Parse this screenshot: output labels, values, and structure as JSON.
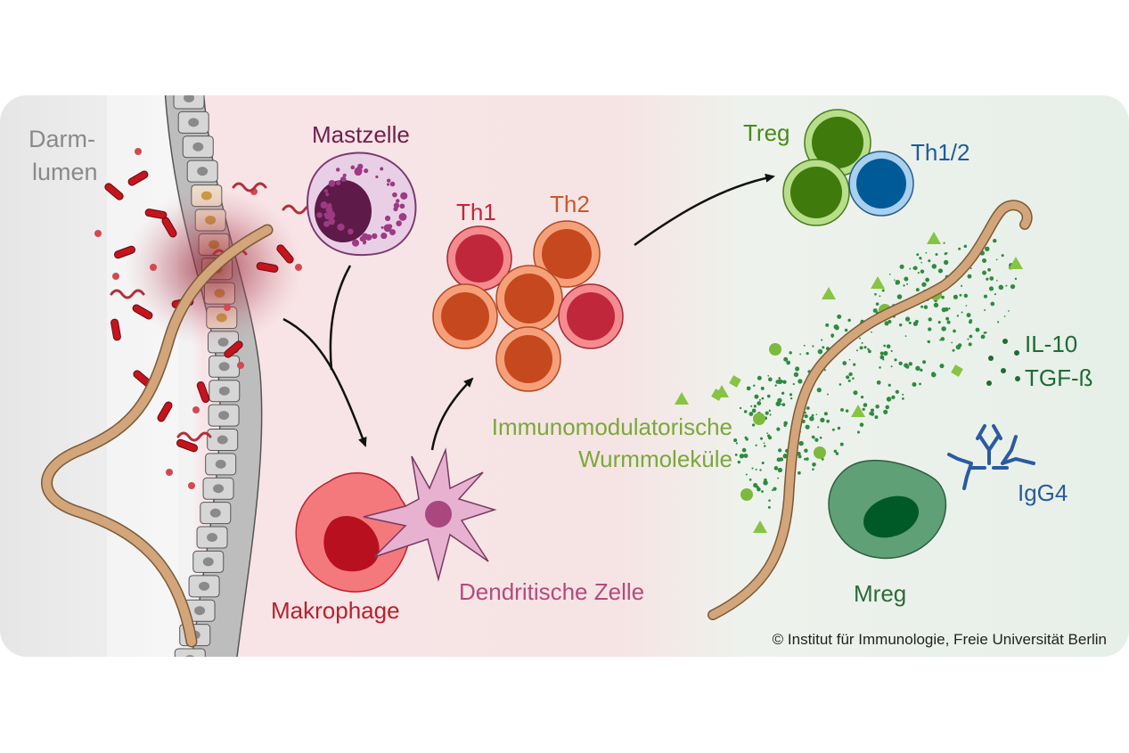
{
  "labels": {
    "lumen_line1": "Darm-",
    "lumen_line2": "lumen",
    "mastzelle": "Mastzelle",
    "th1": "Th1",
    "th2": "Th2",
    "treg": "Treg",
    "th12": "Th1/2",
    "il10": "IL-10",
    "tgfb": "TGF-ß",
    "immuno_line1": "Immunomodulatorische",
    "immuno_line2": "Wurmmoleküle",
    "igg4": "IgG4",
    "mreg": "Mreg",
    "makrophage": "Makrophage",
    "dendritische": "Dendritische Zelle",
    "copyright": "© Institut für Immunologie, Freie Universität Berlin"
  },
  "colors": {
    "lumen_text": "#8a8a8a",
    "mast": "#6e1f4e",
    "th1": "#c0273a",
    "th2": "#d1542a",
    "treg": "#4a8a1a",
    "th12": "#1e5c9a",
    "cytokine": "#1f6b33",
    "immuno": "#7aa83a",
    "igg4": "#2c5a9a",
    "mreg": "#2e6b3a",
    "makrophage": "#b8202c",
    "dendritische": "#b44a7c",
    "worm": "#c79a6c"
  }
}
